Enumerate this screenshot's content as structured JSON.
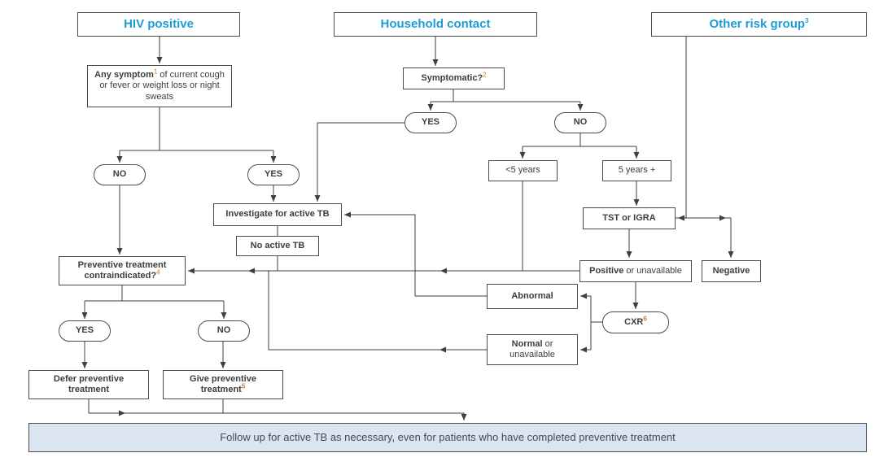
{
  "colors": {
    "header_accent": "#1b9cd8",
    "line": "#3f3f3f",
    "footnote": "#c77c2b",
    "box_border": "#4b4b4b",
    "followup_bg": "#dbe5f1"
  },
  "headers": {
    "hiv": "HIV positive",
    "household": "Household contact",
    "other": "Other risk group",
    "other_sup": "3"
  },
  "nodes": {
    "any_symptom": {
      "bold": "Any symptom",
      "sup": "1",
      "rest": " of current cough or fever or weight loss or night sweats"
    },
    "symptom_no": "NO",
    "symptom_yes": "YES",
    "investigate": "Investigate for active TB",
    "no_active_tb": "No active TB",
    "preventive": {
      "bold": "Preventive treatment contraindicated?",
      "sup": "4"
    },
    "contra_yes": "YES",
    "contra_no": "NO",
    "defer": "Defer preventive treatment",
    "give": {
      "bold": "Give preventive treatment",
      "sup": "5"
    },
    "symptomatic": {
      "bold": "Symptomatic?",
      "sup": "2"
    },
    "symptomatic_yes": "YES",
    "symptomatic_no": "NO",
    "under5": "<5 years",
    "over5": "5 years +",
    "tst": "TST or IGRA",
    "positive": {
      "bold": "Positive",
      "rest": " or unavailable"
    },
    "negative": "Negative",
    "abnormal": "Abnormal",
    "cxr": {
      "bold": "CXR",
      "sup": "6"
    },
    "normal": {
      "bold": "Normal",
      "rest": " or unavailable"
    },
    "followup": "Follow up for active TB as necessary, even for patients who have completed preventive treatment"
  }
}
